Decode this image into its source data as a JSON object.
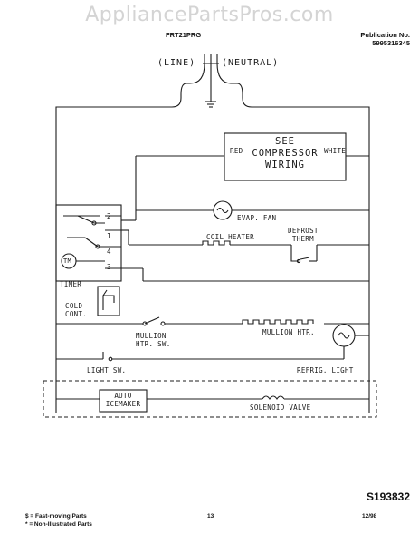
{
  "watermark": "AppliancePartsPros.com",
  "header": {
    "model": "FRT21PRG",
    "publication_label": "Publication No.",
    "publication_number": "5995316345"
  },
  "diagram": {
    "line_label": "(LINE)",
    "neutral_label": "(NEUTRAL)",
    "compressor_box": [
      "SEE",
      "COMPRESSOR",
      "WIRING"
    ],
    "red_label": "RED",
    "white_label": "WHITE",
    "evap_fan": "EVAP. FAN",
    "coil_heater": "COIL HEATER",
    "defrost_therm": [
      "DEFROST",
      "THERM"
    ],
    "timer": "TIMER",
    "timer_terminals": [
      "2",
      "1",
      "4",
      "3"
    ],
    "timer_motor": "TM",
    "cold_control": [
      "COLD",
      "CONT."
    ],
    "mullion_htr_sw": [
      "MULLION",
      "HTR. SW."
    ],
    "mullion_htr": "MULLION HTR.",
    "light_sw": "LIGHT SW.",
    "refrig_light": "REFRIG. LIGHT",
    "auto_icemaker": [
      "AUTO",
      "ICEMAKER"
    ],
    "solenoid_valve": "SOLENOID VALVE"
  },
  "figure_id": "S193832",
  "footer": {
    "legend_fast": "$ = Fast-moving Parts",
    "legend_non": "* = Non-Illustrated Parts",
    "page_number": "13",
    "date": "12/98"
  }
}
